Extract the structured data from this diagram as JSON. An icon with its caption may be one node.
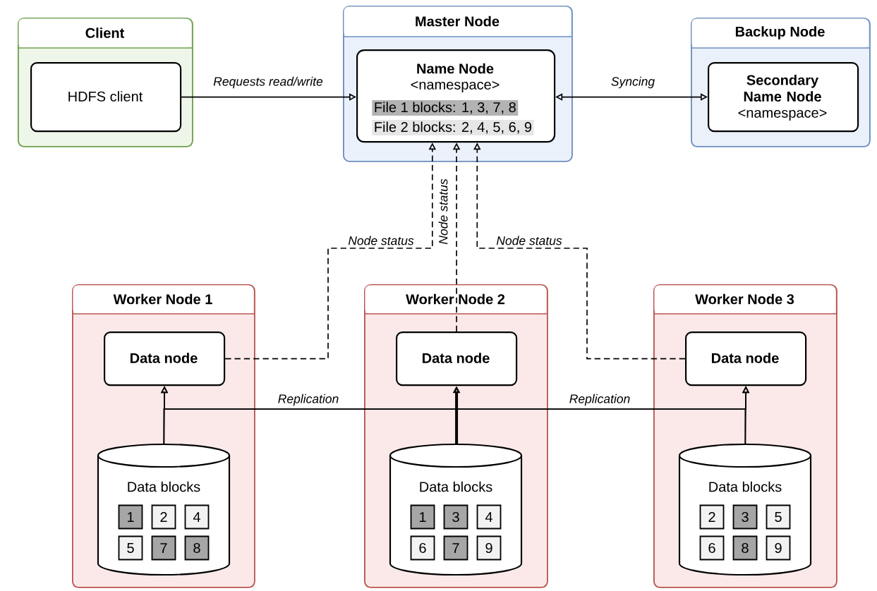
{
  "diagram": {
    "nodes": [
      {
        "text": [
          "Client"
        ]
      },
      {
        "text": [
          "HDFS client"
        ],
        "in": 0
      },
      {
        "text": [
          "Master Node"
        ]
      },
      {
        "text": [
          "Name Node",
          "<namespace>",
          "File 1 blocks: 1, 3, 7, 8",
          "File 2 blocks: 2, 4, 5, 6, 9"
        ],
        "in": 2
      },
      {
        "text": [
          "Backup Node"
        ]
      },
      {
        "text": [
          "Secondary Name Node",
          "<namespace>"
        ],
        "in": 4
      },
      {
        "text": [
          "Worker Node 1"
        ]
      },
      {
        "text": [
          "Data node"
        ],
        "in": 6
      },
      {
        "text": [
          "Data blocks"
        ],
        "in": 6
      },
      {
        "text": [
          "1"
        ],
        "in": 8
      },
      {
        "text": [
          "2"
        ],
        "in": 8
      },
      {
        "text": [
          "4"
        ],
        "in": 8
      },
      {
        "text": [
          "5"
        ],
        "in": 8
      },
      {
        "text": [
          "7"
        ],
        "in": 8
      },
      {
        "text": [
          "8"
        ],
        "in": 8
      },
      {
        "text": [
          "Worker Node 2"
        ]
      },
      {
        "text": [
          "Data node"
        ],
        "in": 15
      },
      {
        "text": [
          "Data blocks"
        ],
        "in": 15
      },
      {
        "text": [
          "1"
        ],
        "in": 17
      },
      {
        "text": [
          "3"
        ],
        "in": 17
      },
      {
        "text": [
          "4"
        ],
        "in": 17
      },
      {
        "text": [
          "6"
        ],
        "in": 17
      },
      {
        "text": [
          "7"
        ],
        "in": 17
      },
      {
        "text": [
          "9"
        ],
        "in": 17
      },
      {
        "text": [
          "Worker Node 3"
        ]
      },
      {
        "text": [
          "Data node"
        ],
        "in": 24
      },
      {
        "text": [
          "Data blocks"
        ],
        "in": 24
      },
      {
        "text": [
          "2"
        ],
        "in": 26
      },
      {
        "text": [
          "3"
        ],
        "in": 26
      },
      {
        "text": [
          "5"
        ],
        "in": 26
      },
      {
        "text": [
          "6"
        ],
        "in": 26
      },
      {
        "text": [
          "8"
        ],
        "in": 26
      },
      {
        "text": [
          "9"
        ],
        "in": 26
      }
    ],
    "edges": [
      {
        "from": 1,
        "to": 3,
        "arrow": "to",
        "label": "Requests read/write"
      },
      {
        "from": 5,
        "to": 3,
        "arrow": "both",
        "label": "Syncing"
      },
      {
        "from": 7,
        "to": 3,
        "arrow": "to",
        "style": "dashed",
        "label": "Node status"
      },
      {
        "from": 16,
        "to": 3,
        "arrow": "to",
        "style": "dashed",
        "label": "Node status"
      },
      {
        "from": 25,
        "to": 3,
        "arrow": "to",
        "style": "dashed",
        "label": "Node status"
      },
      {
        "from": 8,
        "to": 7,
        "arrow": "to"
      },
      {
        "from": 17,
        "to": 16,
        "arrow": "to",
        "style": "thick"
      },
      {
        "from": 26,
        "to": 25,
        "arrow": "to"
      },
      {
        "from": 8,
        "to": 25,
        "arrow": "to",
        "label": "Replication"
      },
      {
        "from": 26,
        "to": 7,
        "arrow": "to",
        "label": "Replication"
      }
    ]
  }
}
